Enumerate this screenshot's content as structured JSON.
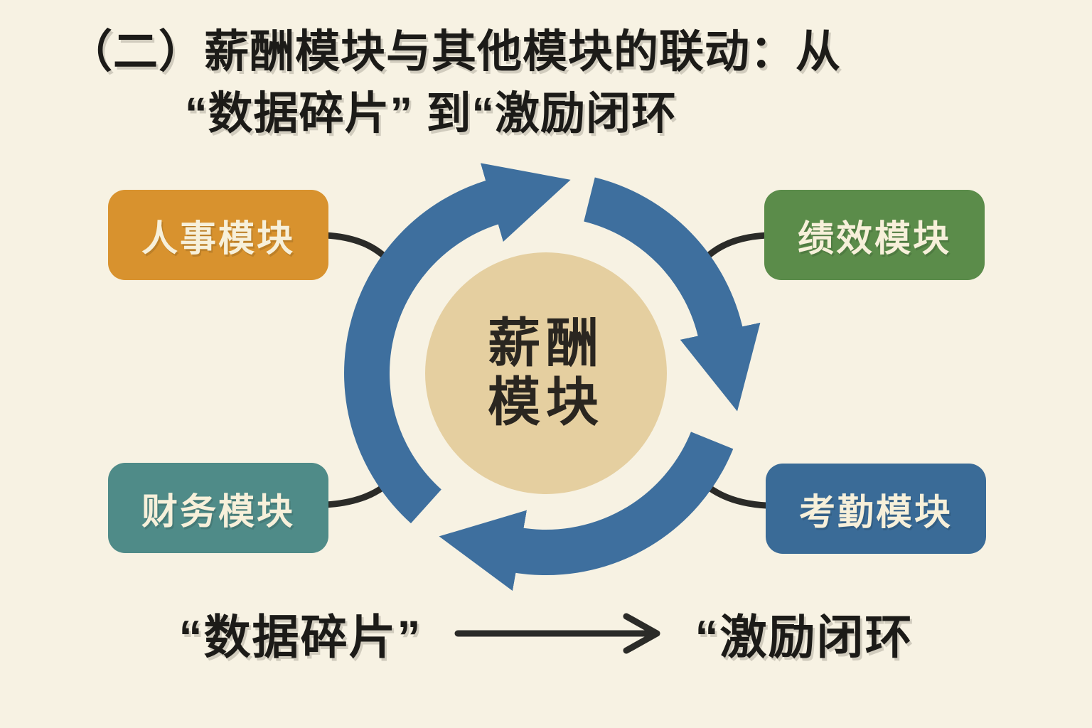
{
  "title": {
    "line1": "（二）薪酬模块与其他模块的联动：从",
    "line2": "“数据碎片” 到“激励闭环"
  },
  "modules": [
    {
      "label": "人事模块",
      "color": "#d8922e"
    },
    {
      "label": "绩效模块",
      "color": "#5b8c4a"
    },
    {
      "label": "财务模块",
      "color": "#4f8b88"
    },
    {
      "label": "考勤模块",
      "color": "#3a6b97"
    }
  ],
  "center": {
    "line1": "薪酬",
    "line2": "模块",
    "circle_color": "#e5cfa0",
    "ring_color": "#3e6f9e"
  },
  "connectors": {
    "color": "#2b2b28"
  },
  "footer": {
    "from": "“数据碎片”",
    "to": "“激励闭环"
  },
  "colors": {
    "background": "#f7f2e3",
    "title_text": "#1c1b18",
    "box_text": "#f7f0da"
  }
}
